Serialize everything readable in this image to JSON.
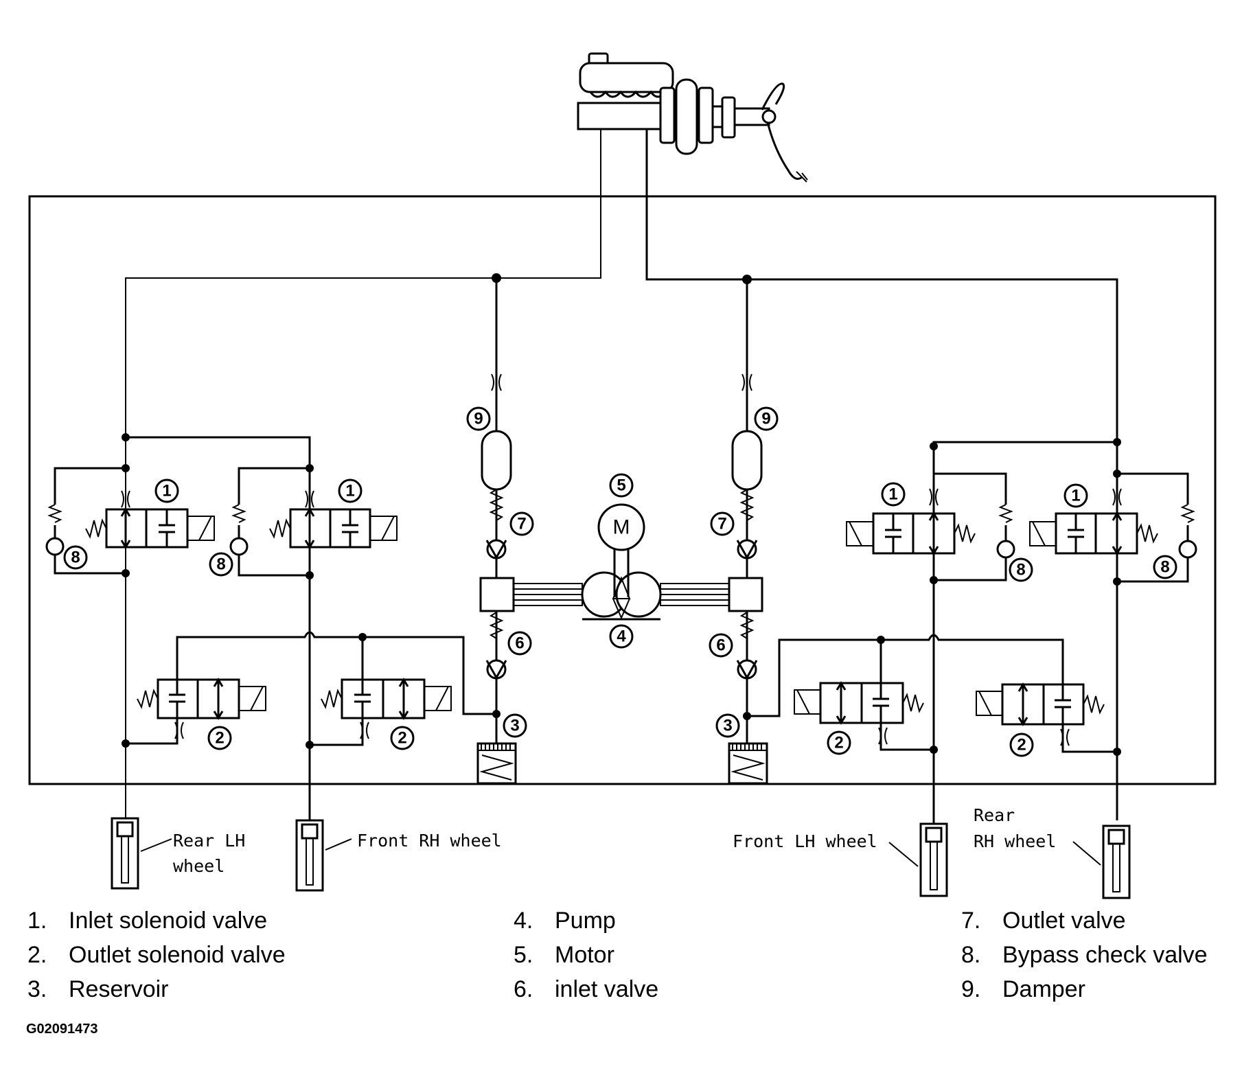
{
  "wheels": {
    "rear_lh_line1": "Rear LH",
    "rear_lh_line2": "wheel",
    "front_rh": "Front RH wheel",
    "front_lh": "Front LH wheel",
    "rear_rh_line1": "Rear",
    "rear_rh_line2": "RH wheel"
  },
  "markers": {
    "inlet_solenoid": "1",
    "outlet_solenoid": "2",
    "reservoir": "3",
    "pump": "4",
    "motor_number": "5",
    "inlet_valve": "6",
    "outlet_valve": "7",
    "bypass_check": "8",
    "damper": "9"
  },
  "motor_symbol": "M",
  "legend": [
    [
      {
        "num": "1.",
        "label": "Inlet solenoid valve"
      },
      {
        "num": "2.",
        "label": "Outlet solenoid valve"
      },
      {
        "num": "3.",
        "label": "Reservoir"
      }
    ],
    [
      {
        "num": "4.",
        "label": "Pump"
      },
      {
        "num": "5.",
        "label": "Motor"
      },
      {
        "num": "6.",
        "label": "inlet valve"
      }
    ],
    [
      {
        "num": "7.",
        "label": "Outlet valve"
      },
      {
        "num": "8.",
        "label": "Bypass check valve"
      },
      {
        "num": "9.",
        "label": "Damper"
      }
    ]
  ],
  "figure_id": "G02091473"
}
